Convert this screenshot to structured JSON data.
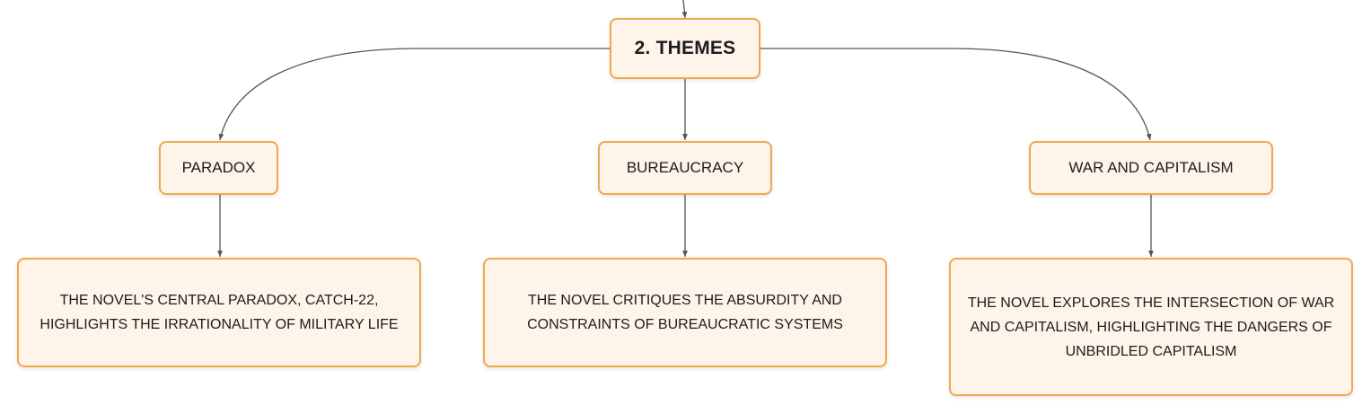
{
  "diagram": {
    "root": {
      "label": "2. THEMES"
    },
    "branches": [
      {
        "topic": "PARADOX",
        "detail_lines": [
          "THE NOVEL'S CENTRAL PARADOX, CATCH-22,",
          "HIGHLIGHTS THE IRRATIONALITY OF MILITARY LIFE"
        ]
      },
      {
        "topic": "BUREAUCRACY",
        "detail_lines": [
          "THE NOVEL CRITIQUES THE ABSURDITY AND",
          "CONSTRAINTS OF BUREAUCRATIC SYSTEMS"
        ]
      },
      {
        "topic": "WAR AND CAPITALISM",
        "detail_lines": [
          "THE NOVEL EXPLORES THE INTERSECTION OF WAR",
          "AND CAPITALISM, HIGHLIGHTING THE DANGERS OF",
          "UNBRIDLED CAPITALISM"
        ]
      }
    ]
  },
  "colors": {
    "node_fill": "#fff4ea",
    "node_border": "#f0a74e",
    "connector": "#555555",
    "text": "#1c1c1c"
  }
}
